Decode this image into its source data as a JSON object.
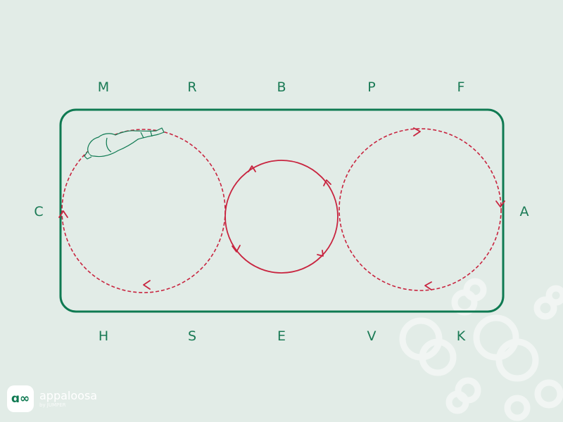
{
  "arena": {
    "markers": {
      "top": [
        "M",
        "R",
        "B",
        "P",
        "F"
      ],
      "bottom": [
        "H",
        "S",
        "E",
        "V",
        "K"
      ],
      "left": "C",
      "right": "A"
    }
  },
  "colors": {
    "arena_border": "#0f7a52",
    "letters": "#1a7a55",
    "path": "#c8243f",
    "background": "#e2ece7",
    "decor_rings": "#f3f7f5"
  },
  "icons": [
    "horse-icon",
    "direction-arrow-icon",
    "appaloosa-logo-icon"
  ],
  "brand": {
    "logo_text": "ɑ∞",
    "name": "appaloosa",
    "subtitle": "by JUMPER"
  }
}
